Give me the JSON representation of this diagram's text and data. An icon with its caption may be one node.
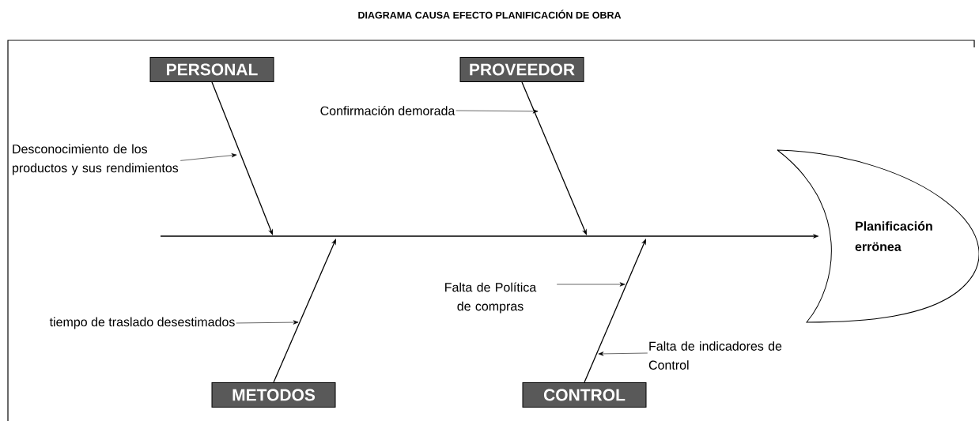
{
  "diagram": {
    "title": "DIAGRAMA CAUSA EFECTO PLANIFICACIÓN DE OBRA",
    "nodes": [
      {
        "text": [
          "PERSONAL"
        ]
      },
      {
        "text": [
          "PROVEEDOR"
        ]
      },
      {
        "text": [
          "Planificación errönea"
        ]
      },
      {
        "text": [
          "Desconocimiento de los productos y sus rendimientos"
        ]
      },
      {
        "text": [
          "Confirmación demorada"
        ]
      },
      {
        "text": [
          "METODOS"
        ]
      },
      {
        "text": [
          "CONTROL"
        ]
      },
      {
        "text": [
          "tiempo de traslado desestimados"
        ]
      },
      {
        "text": [
          "Falta de Política de compras"
        ]
      },
      {
        "text": [
          "Falta de indicadores de Control"
        ]
      }
    ],
    "edges": [
      {
        "from": null,
        "to": 2,
        "arrow": "to"
      },
      {
        "from": 0,
        "to": null,
        "arrow": "to"
      },
      {
        "from": 1,
        "to": null,
        "arrow": "to"
      },
      {
        "from": 5,
        "to": null,
        "arrow": "to"
      },
      {
        "from": 6,
        "to": null,
        "arrow": "to"
      },
      {
        "from": 3,
        "to": null,
        "arrow": "to"
      },
      {
        "from": 4,
        "to": null,
        "arrow": "to"
      },
      {
        "from": 7,
        "to": null,
        "arrow": "to"
      },
      {
        "from": 8,
        "to": null,
        "arrow": "to"
      },
      {
        "from": 9,
        "to": null,
        "arrow": "to"
      }
    ]
  }
}
